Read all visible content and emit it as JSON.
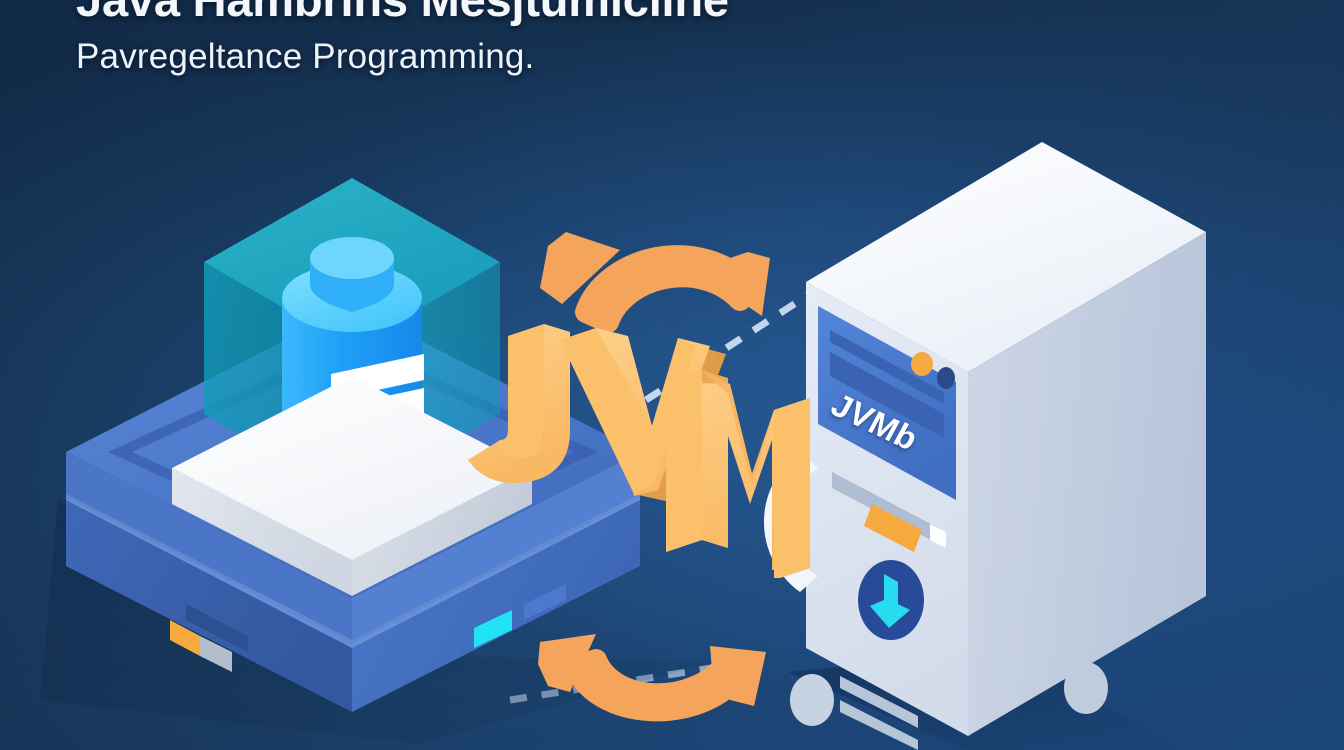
{
  "headline": {
    "line1": "Java Hambrins Mesjtumicline",
    "line2": "Pavregeltance Programming."
  },
  "center_wordmark": {
    "text": "JVM",
    "style": "3d-extruded-isometric",
    "face_color": "#fbc06a",
    "top_color": "#fdd391",
    "side_color": "#e8a44f"
  },
  "server": {
    "label": "JVMb",
    "chassis_color": "#dfe7f3",
    "panel_color": "#4a7bcc",
    "led_color": "#f5a93f",
    "download_badge": {
      "icon": "download-arrow-icon",
      "circle_color": "#274a99",
      "arrow_color": "#28dcf0"
    }
  },
  "platform": {
    "base_color": "#3f6bbb",
    "top_color": "#4f7fd0",
    "indicator_amber": "#f5a93f",
    "indicator_cyan": "#22e3f5",
    "indicator_grey": "#b4bfcd"
  },
  "glass_cube": {
    "fill_color": "#1aa8c4",
    "cylinder_color": "#27a7f5",
    "stripe_color": "#ffffff",
    "glow_color": "#3ff0ef"
  },
  "arrows": {
    "color": "#f5a45c",
    "top": {
      "name": "bidirectional-arc-arrow-top",
      "direction": "both"
    },
    "bottom": {
      "name": "bidirectional-arc-arrow-bottom",
      "direction": "both"
    }
  },
  "dashed_connectors": {
    "color": "#cfe0f4",
    "count": 2
  },
  "background": {
    "color_dark": "#112a47",
    "color_light": "#1c4675"
  }
}
